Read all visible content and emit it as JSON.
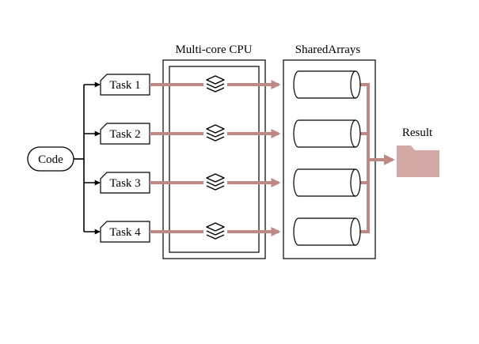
{
  "source": {
    "label": "Code"
  },
  "tasks": [
    {
      "label": "Task 1"
    },
    {
      "label": "Task 2"
    },
    {
      "label": "Task 3"
    },
    {
      "label": "Task 4"
    }
  ],
  "cpu": {
    "title": "Multi-core CPU",
    "core_icon": "layers-icon"
  },
  "shared_arrays": {
    "title": "SharedArrays",
    "item_icon": "cylinder-icon"
  },
  "result": {
    "label": "Result",
    "icon": "folder-icon"
  },
  "colors": {
    "flow": "#c08883",
    "folder": "#d2a9a4",
    "line": "#000000"
  }
}
